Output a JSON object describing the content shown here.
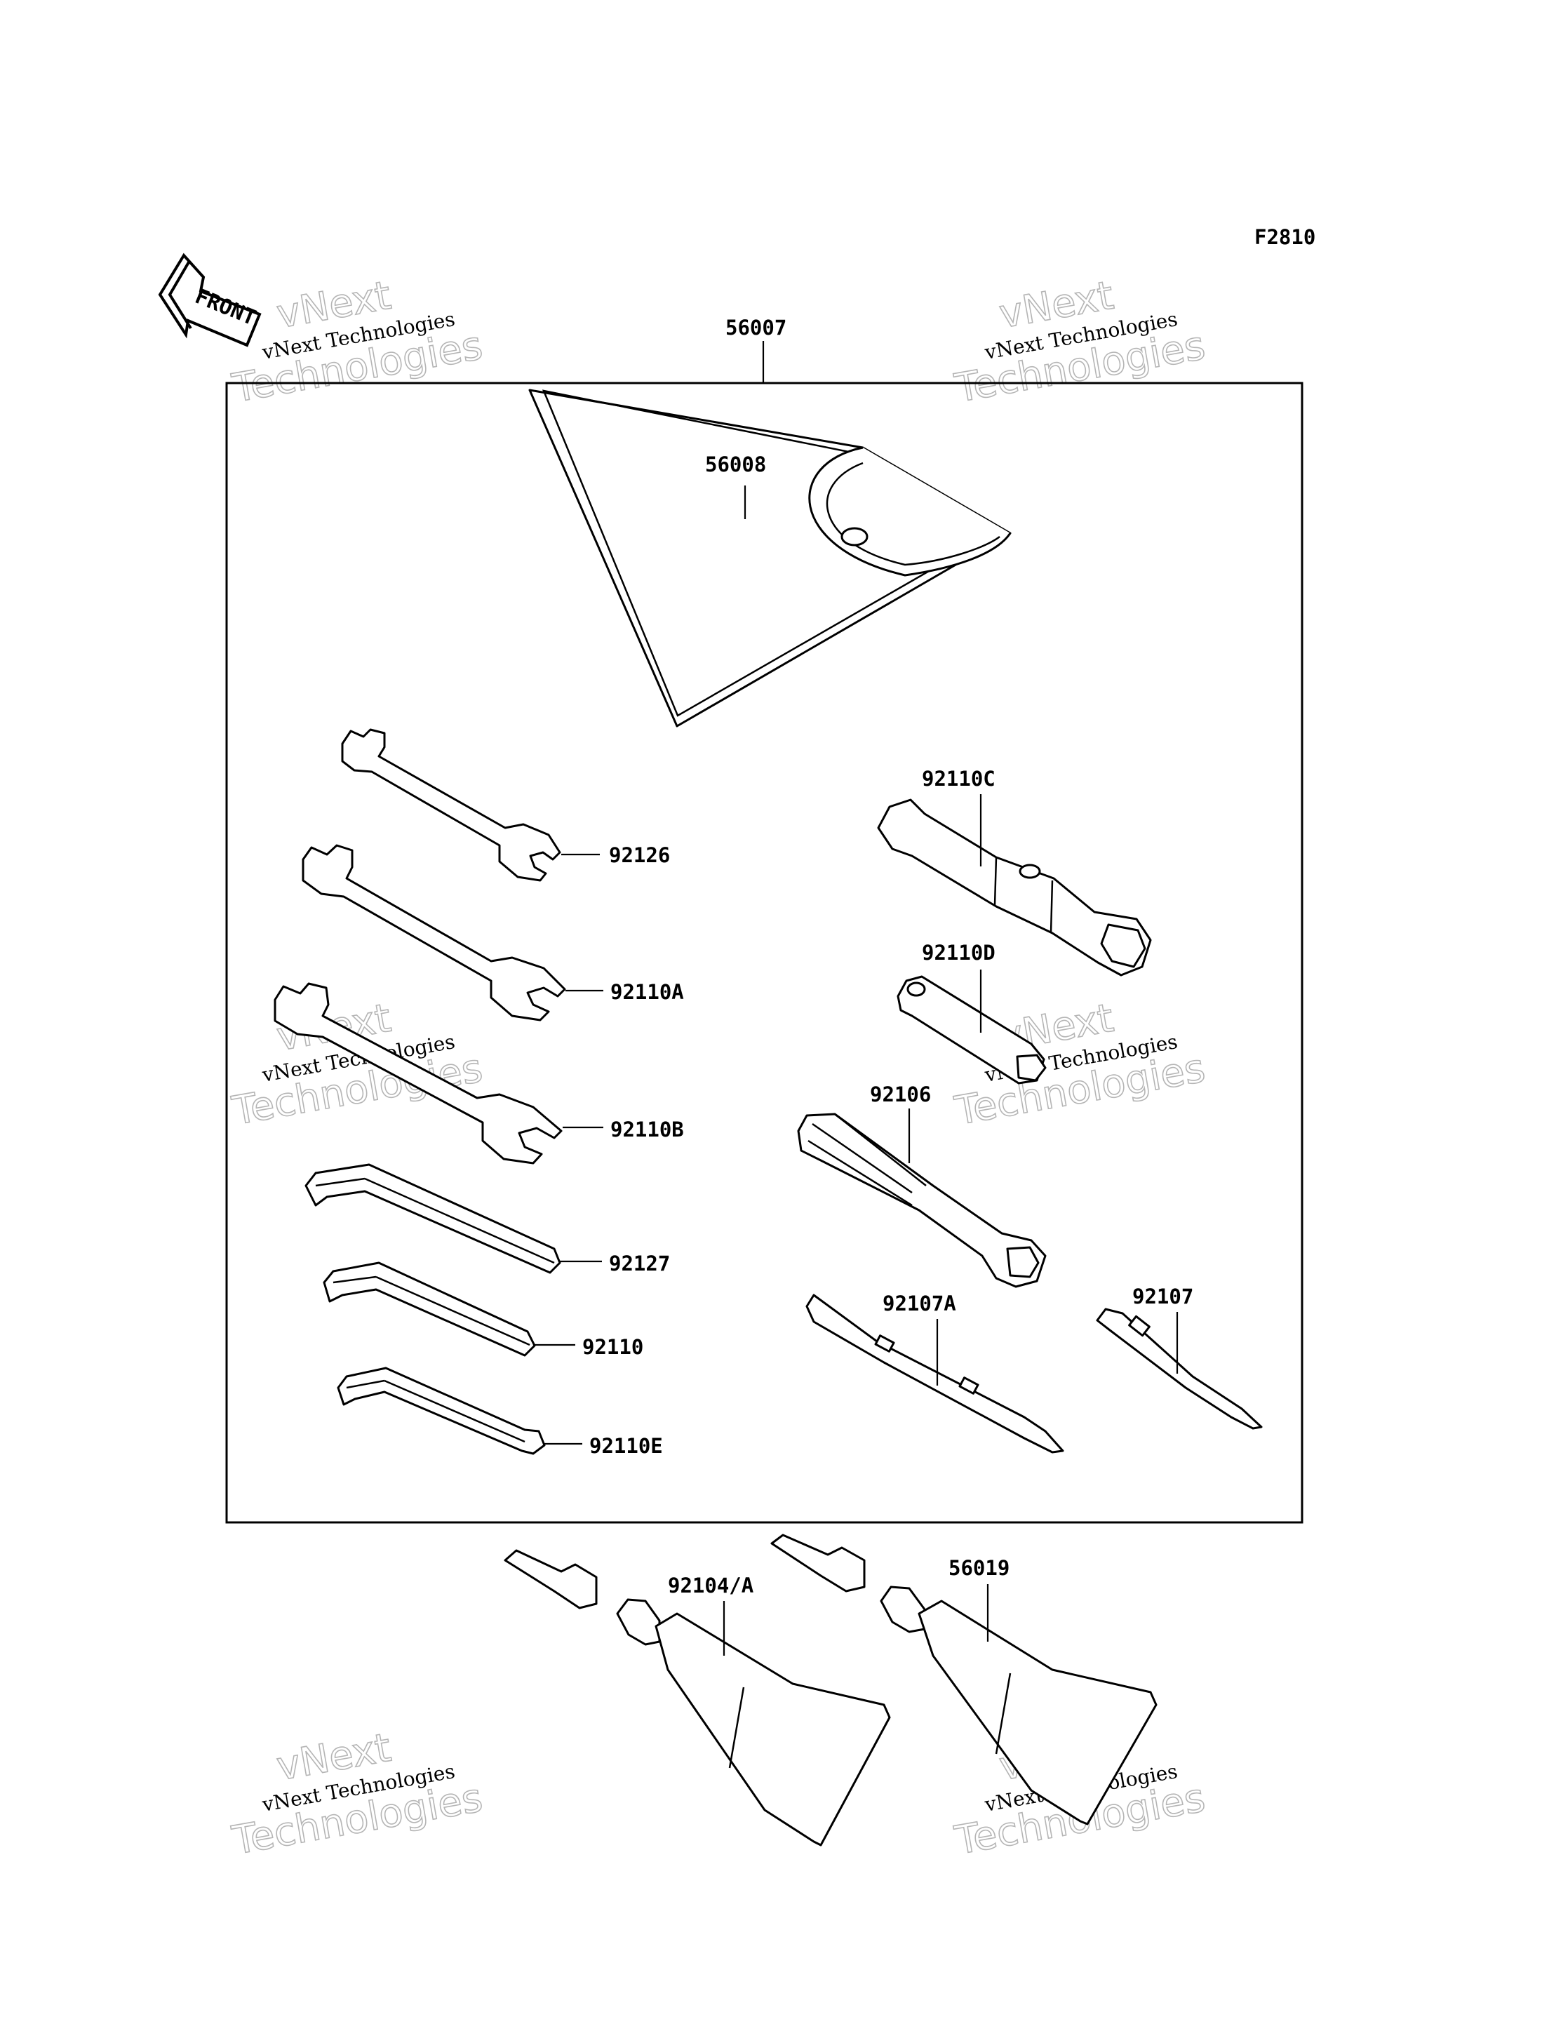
{
  "figure_code": "F2810",
  "front_label": "FRONT",
  "watermark": {
    "line": "vNext Technologies",
    "outline_word_1": "vNext",
    "outline_word_2": "Technologies"
  },
  "parts": {
    "kit": "56007",
    "tool_bag": "56008",
    "wrench_92126": "92126",
    "wrench_92110A": "92110A",
    "wrench_92110B": "92110B",
    "hex_92127": "92127",
    "hex_92110": "92110",
    "hex_92110E": "92110E",
    "socket_92110C": "92110C",
    "bar_92110D": "92110D",
    "handle_92106": "92106",
    "bit_92107A": "92107A",
    "bit_92107": "92107",
    "tube_92104A": "92104/A",
    "tube_56019": "56019"
  }
}
